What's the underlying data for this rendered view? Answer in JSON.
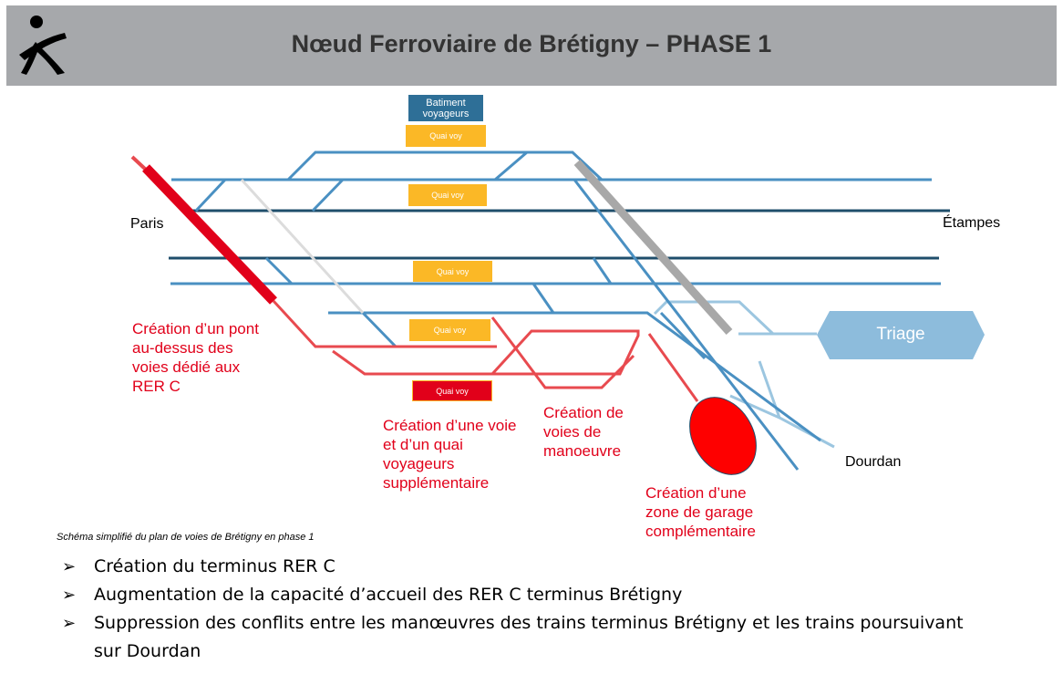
{
  "header": {
    "title": "Nœud Ferroviaire de Brétigny – PHASE 1",
    "background": "#a6a8ab"
  },
  "logo": {
    "icon": "stick-figure-icon"
  },
  "stations": {
    "paris": "Paris",
    "etampes": "Étampes",
    "dourdan": "Dourdan",
    "triage": "Triage"
  },
  "buildings": {
    "batiment": "Batiment voyageurs",
    "quai_1": "Quai voy",
    "quai_2": "Quai voy",
    "quai_3": "Quai voy",
    "quai_4": "Quai voy",
    "quai_new": "Quai voy"
  },
  "annotations": {
    "pont": "Création d’un pont au-dessus des voies dédié aux RER C",
    "voie_quai": "Création d’une voie et d’un quai voyageurs supplémentaire",
    "manoeuvre": "Création de voies de manoeuvre",
    "garage": "Création d’une zone de garage complémentaire"
  },
  "caption": "Schéma simplifié du plan de voies de Brétigny en phase 1",
  "bullets": [
    "Création du terminus RER C",
    "Augmentation de la capacité d’accueil des RER C terminus Brétigny",
    "Suppression des conflits entre les manœuvres des trains terminus Brétigny et les trains poursuivant sur Dourdan"
  ],
  "colors": {
    "track_blue": "#4a90c2",
    "track_dark": "#1f4e6b",
    "track_light": "#9cc6e0",
    "new_red": "#e84a4f",
    "accent_red": "#e1001a",
    "quai_yellow": "#fbb826",
    "batiment_blue": "#2e6f97",
    "triage_blue": "#8dbcdc"
  }
}
